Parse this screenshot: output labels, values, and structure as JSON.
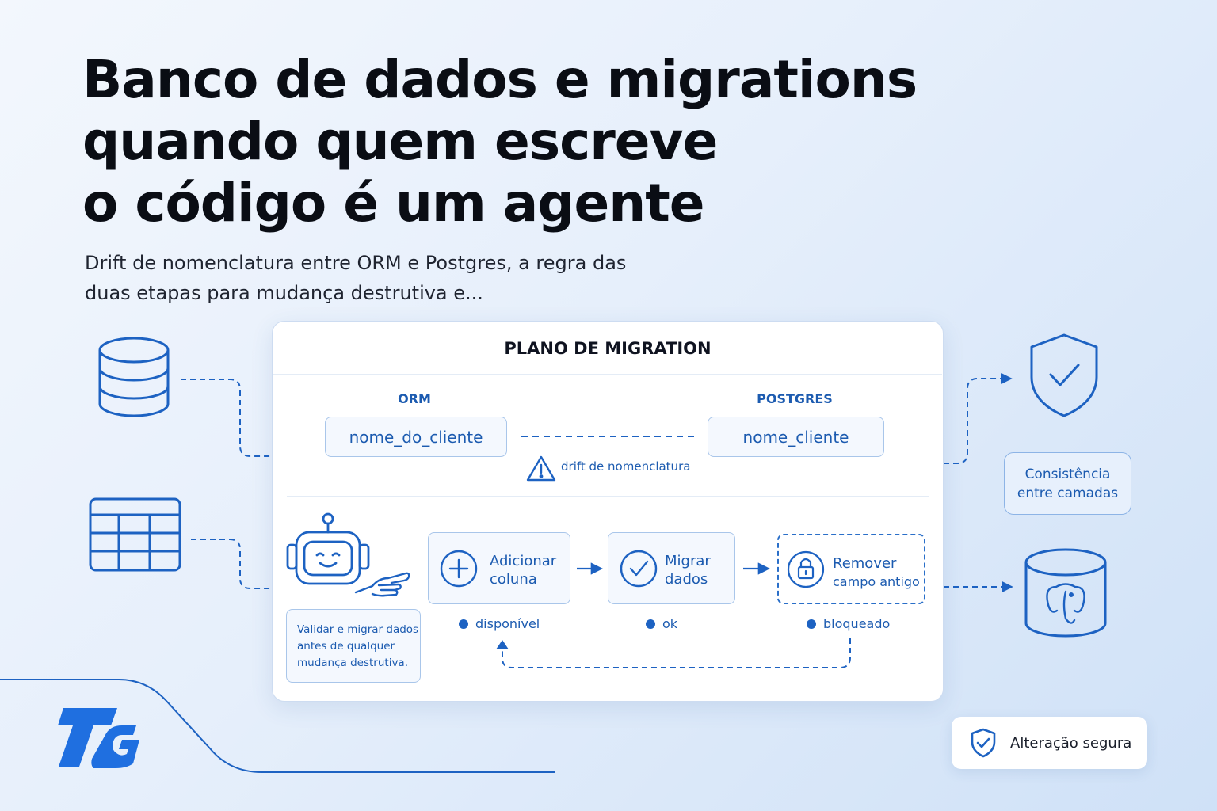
{
  "header": {
    "title_lines": [
      "Banco de dados e migrations",
      "quando quem escreve",
      "o código é um agente"
    ],
    "subtitle_lines": [
      "Drift de nomenclatura entre ORM e Postgres, a regra das",
      "duas etapas para mudança destrutiva e..."
    ]
  },
  "card": {
    "title": "PLANO DE MIGRATION",
    "orm_label": "ORM",
    "postgres_label": "POSTGRES",
    "orm_field": "nome_do_cliente",
    "postgres_field": "nome_cliente",
    "drift_label": "drift de nomenclatura",
    "steps": [
      {
        "lines": [
          "Adicionar",
          "coluna"
        ],
        "icon": "plus-circle-icon",
        "status": "disponível"
      },
      {
        "lines": [
          "Migrar",
          "dados"
        ],
        "icon": "check-circle-icon",
        "status": "ok"
      },
      {
        "lines": [
          "Remover",
          "campo antigo"
        ],
        "icon": "lock-icon",
        "status": "bloqueado"
      }
    ],
    "agent_note_lines": [
      "Validar e migrar dados",
      "antes de qualquer",
      "mudança destrutiva."
    ]
  },
  "right_panel": {
    "consistency_lines": [
      "Consistência",
      "entre camadas"
    ]
  },
  "badge": {
    "label": "Alteração segura",
    "icon": "shield-check-icon"
  },
  "icons": [
    "database-icon",
    "table-icon",
    "robot-icon",
    "pointing-hand-icon",
    "shield-check-icon",
    "postgres-database-icon",
    "warning-icon",
    "logo"
  ],
  "colors": {
    "accent": "#1c5bb0",
    "line": "#2a6fc9",
    "logo": "#1f6fe0"
  }
}
